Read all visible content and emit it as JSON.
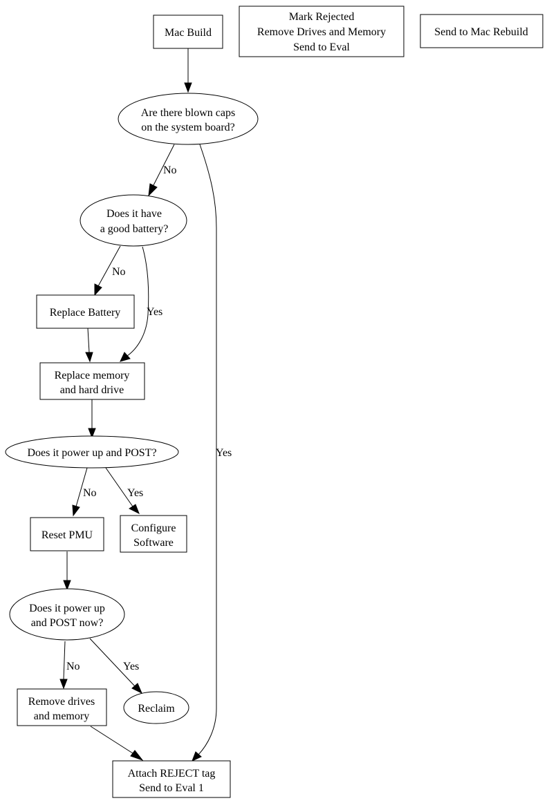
{
  "diagram": {
    "type": "flowchart",
    "nodes": {
      "mac_build": {
        "shape": "box",
        "lines": [
          "Mac Build"
        ]
      },
      "mark_rejected": {
        "shape": "box",
        "lines": [
          "Mark Rejected",
          "Remove Drives and Memory",
          "Send to Eval"
        ]
      },
      "send_to_mac_rebuild": {
        "shape": "box",
        "lines": [
          "Send to Mac Rebuild"
        ]
      },
      "blown_caps": {
        "shape": "ellipse",
        "lines": [
          "Are there blown caps",
          "on the system board?"
        ]
      },
      "good_battery": {
        "shape": "ellipse",
        "lines": [
          "Does it have",
          "a good battery?"
        ]
      },
      "replace_battery": {
        "shape": "box",
        "lines": [
          "Replace Battery"
        ]
      },
      "replace_memory": {
        "shape": "box",
        "lines": [
          "Replace memory",
          "and hard drive"
        ]
      },
      "power_post": {
        "shape": "ellipse",
        "lines": [
          "Does it power up and POST?"
        ]
      },
      "reset_pmu": {
        "shape": "box",
        "lines": [
          "Reset PMU"
        ]
      },
      "configure_software": {
        "shape": "box",
        "lines": [
          "Configure",
          "Software"
        ]
      },
      "power_post_now": {
        "shape": "ellipse",
        "lines": [
          "Does it power up",
          "and POST now?"
        ]
      },
      "remove_drives": {
        "shape": "box",
        "lines": [
          "Remove drives",
          "and memory"
        ]
      },
      "reclaim": {
        "shape": "ellipse",
        "lines": [
          "Reclaim"
        ]
      },
      "attach_reject": {
        "shape": "box",
        "lines": [
          "Attach REJECT tag",
          "Send to Eval 1"
        ]
      }
    },
    "edges": [
      {
        "from": "mac_build",
        "to": "blown_caps",
        "label": ""
      },
      {
        "from": "blown_caps",
        "to": "good_battery",
        "label": "No"
      },
      {
        "from": "blown_caps",
        "to": "attach_reject",
        "label": "Yes"
      },
      {
        "from": "good_battery",
        "to": "replace_battery",
        "label": "No"
      },
      {
        "from": "good_battery",
        "to": "replace_memory",
        "label": "Yes"
      },
      {
        "from": "replace_battery",
        "to": "replace_memory",
        "label": ""
      },
      {
        "from": "replace_memory",
        "to": "power_post",
        "label": ""
      },
      {
        "from": "power_post",
        "to": "reset_pmu",
        "label": "No"
      },
      {
        "from": "power_post",
        "to": "configure_software",
        "label": "Yes"
      },
      {
        "from": "reset_pmu",
        "to": "power_post_now",
        "label": ""
      },
      {
        "from": "power_post_now",
        "to": "remove_drives",
        "label": "No"
      },
      {
        "from": "power_post_now",
        "to": "reclaim",
        "label": "Yes"
      },
      {
        "from": "remove_drives",
        "to": "attach_reject",
        "label": ""
      }
    ]
  }
}
